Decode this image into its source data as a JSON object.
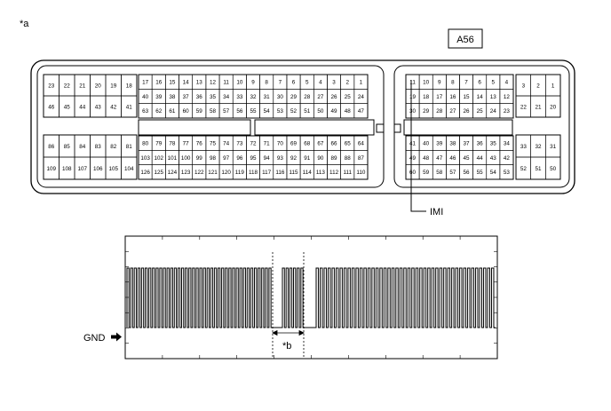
{
  "labels": {
    "view": "*a",
    "connector": "A56",
    "terminal": "IMI",
    "ground": "GND",
    "interval": "*b"
  },
  "connector": {
    "left_top": [
      [
        "23",
        "22",
        "21",
        "20",
        "19",
        "18"
      ],
      [
        "46",
        "45",
        "44",
        "43",
        "42",
        "41"
      ]
    ],
    "left_mid_top": [
      [
        "17",
        "16",
        "15",
        "14",
        "13",
        "12",
        "11",
        "10",
        "9",
        "8",
        "7",
        "6",
        "5",
        "4",
        "3",
        "2",
        "1"
      ],
      [
        "40",
        "39",
        "38",
        "37",
        "36",
        "35",
        "34",
        "33",
        "32",
        "31",
        "30",
        "29",
        "28",
        "27",
        "26",
        "25",
        "24"
      ],
      [
        "63",
        "62",
        "61",
        "60",
        "59",
        "58",
        "57",
        "56",
        "55",
        "54",
        "53",
        "52",
        "51",
        "50",
        "49",
        "48",
        "47"
      ]
    ],
    "left_bottom": [
      [
        "86",
        "85",
        "84",
        "83",
        "82",
        "81"
      ],
      [
        "109",
        "108",
        "107",
        "106",
        "105",
        "104"
      ]
    ],
    "left_mid_bottom": [
      [
        "80",
        "79",
        "78",
        "77",
        "76",
        "75",
        "74",
        "73",
        "72",
        "71",
        "70",
        "69",
        "68",
        "67",
        "66",
        "65",
        "64"
      ],
      [
        "103",
        "102",
        "101",
        "100",
        "99",
        "98",
        "97",
        "96",
        "95",
        "94",
        "93",
        "92",
        "91",
        "90",
        "89",
        "88",
        "87"
      ],
      [
        "126",
        "125",
        "124",
        "123",
        "122",
        "121",
        "120",
        "119",
        "118",
        "117",
        "116",
        "115",
        "114",
        "113",
        "112",
        "111",
        "110"
      ]
    ],
    "right_mid_top": [
      [
        "11",
        "10",
        "9",
        "8",
        "7",
        "6",
        "5",
        "4"
      ],
      [
        "19",
        "18",
        "17",
        "16",
        "15",
        "14",
        "13",
        "12"
      ],
      [
        "30",
        "29",
        "28",
        "27",
        "26",
        "25",
        "24",
        "23"
      ]
    ],
    "right_top": [
      [
        "3",
        "2",
        "1"
      ],
      [
        "22",
        "21",
        "20"
      ]
    ],
    "right_mid_bottom": [
      [
        "41",
        "40",
        "39",
        "38",
        "37",
        "36",
        "35",
        "34"
      ],
      [
        "49",
        "48",
        "47",
        "46",
        "45",
        "44",
        "43",
        "42"
      ],
      [
        "60",
        "59",
        "58",
        "57",
        "56",
        "55",
        "54",
        "53"
      ]
    ],
    "right_bottom": [
      [
        "33",
        "32",
        "31"
      ],
      [
        "52",
        "51",
        "50"
      ]
    ]
  },
  "waveform": {
    "pulse_bursts": [
      {
        "pulses": 40
      },
      {
        "pulses": 6
      },
      {
        "pulses": 45
      }
    ]
  }
}
